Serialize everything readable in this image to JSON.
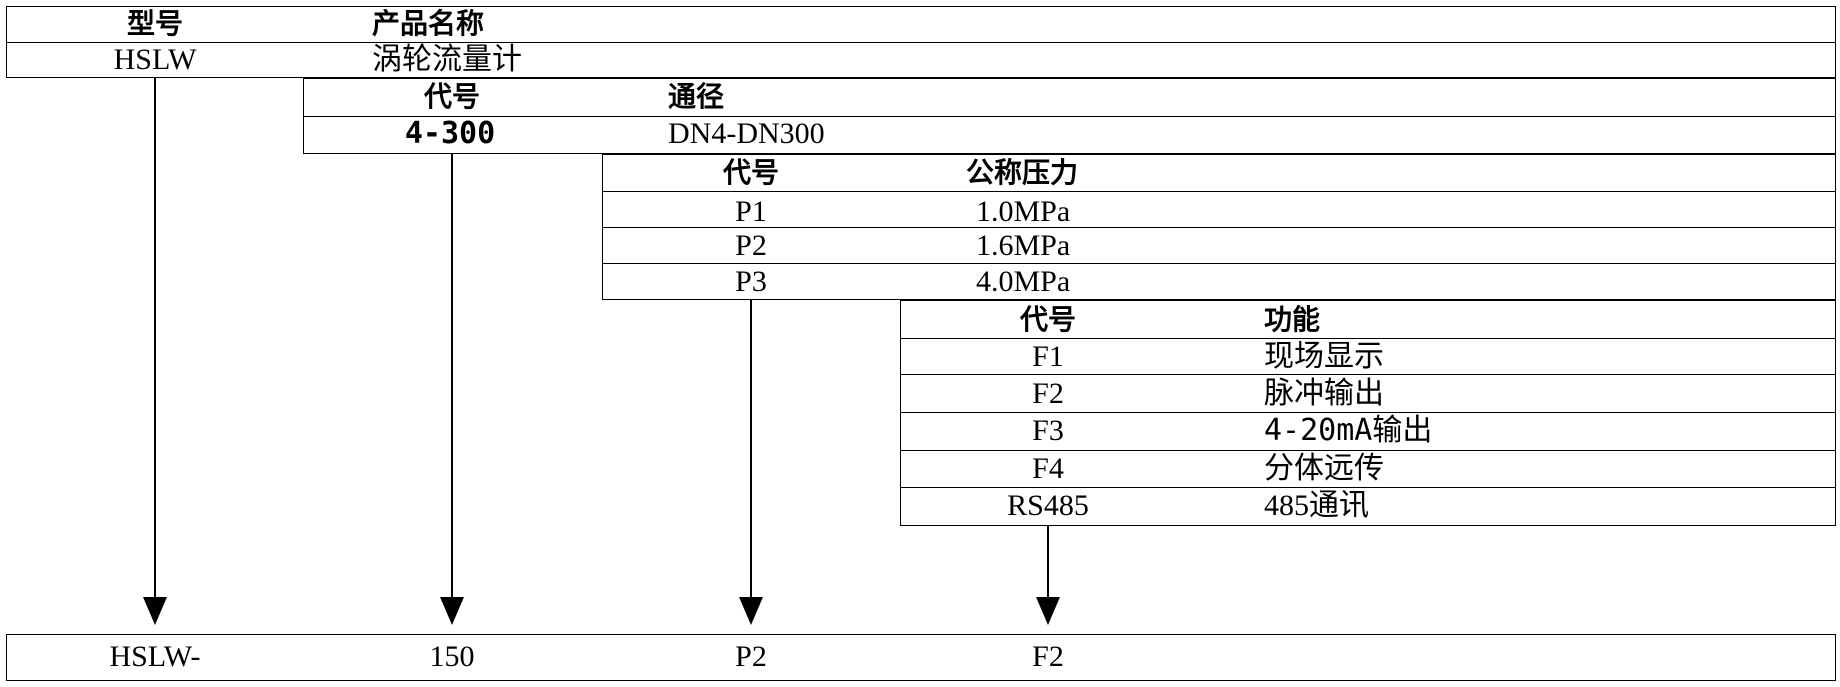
{
  "model_table": {
    "header_code": "型号",
    "header_name": "产品名称",
    "code": "HSLW",
    "name": "涡轮流量计"
  },
  "diameter_table": {
    "header_code": "代号",
    "header_value": "通径",
    "code": "4-300",
    "value": "DN4-DN300"
  },
  "pressure_table": {
    "header_code": "代号",
    "header_value": "公称压力",
    "rows": [
      {
        "code": "P1",
        "value": "1.0MPa"
      },
      {
        "code": "P2",
        "value": "1.6MPa"
      },
      {
        "code": "P3",
        "value": "4.0MPa"
      }
    ]
  },
  "function_table": {
    "header_code": "代号",
    "header_value": "功能",
    "rows": [
      {
        "code": "F1",
        "value": "现场显示"
      },
      {
        "code": "F2",
        "value": "脉冲输出"
      },
      {
        "code": "F3",
        "value": "4-20mA输出"
      },
      {
        "code": "F4",
        "value": "分体远传"
      },
      {
        "code": "RS485",
        "value": "485通讯"
      }
    ]
  },
  "example": {
    "model": "HSLW-",
    "diameter": "150",
    "pressure": "P2",
    "function": "F2"
  }
}
